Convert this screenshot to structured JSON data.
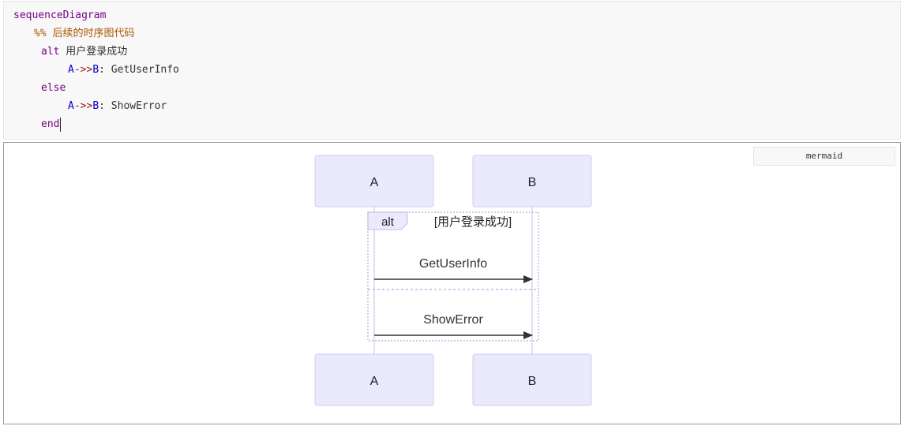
{
  "editor": {
    "line1_keyword": "sequenceDiagram",
    "line2_comment": "%% 后续的时序图代码",
    "line3_keyword": "alt",
    "line3_text": " 用户登录成功",
    "line4_actor_a": "A",
    "line4_arrow": "->>",
    "line4_actor_b": "B",
    "line4_message": ": GetUserInfo",
    "line5_keyword": "else",
    "line6_actor_a": "A",
    "line6_arrow": "->>",
    "line6_actor_b": "B",
    "line6_message": ": ShowError",
    "line7_keyword": "end"
  },
  "language_selector": {
    "value": "mermaid"
  },
  "diagram": {
    "participants": [
      "A",
      "B"
    ],
    "fragment_label": "alt",
    "fragment_condition": "[用户登录成功]",
    "messages": [
      {
        "from": "A",
        "to": "B",
        "text": "GetUserInfo"
      },
      {
        "from": "A",
        "to": "B",
        "text": "ShowError"
      }
    ],
    "colors": {
      "actor_fill": "#eaeafc",
      "actor_stroke": "#ccccf5",
      "lifeline": "#cfc9ee",
      "fragment_border": "#c3b9e8",
      "message_line": "#333333"
    }
  }
}
